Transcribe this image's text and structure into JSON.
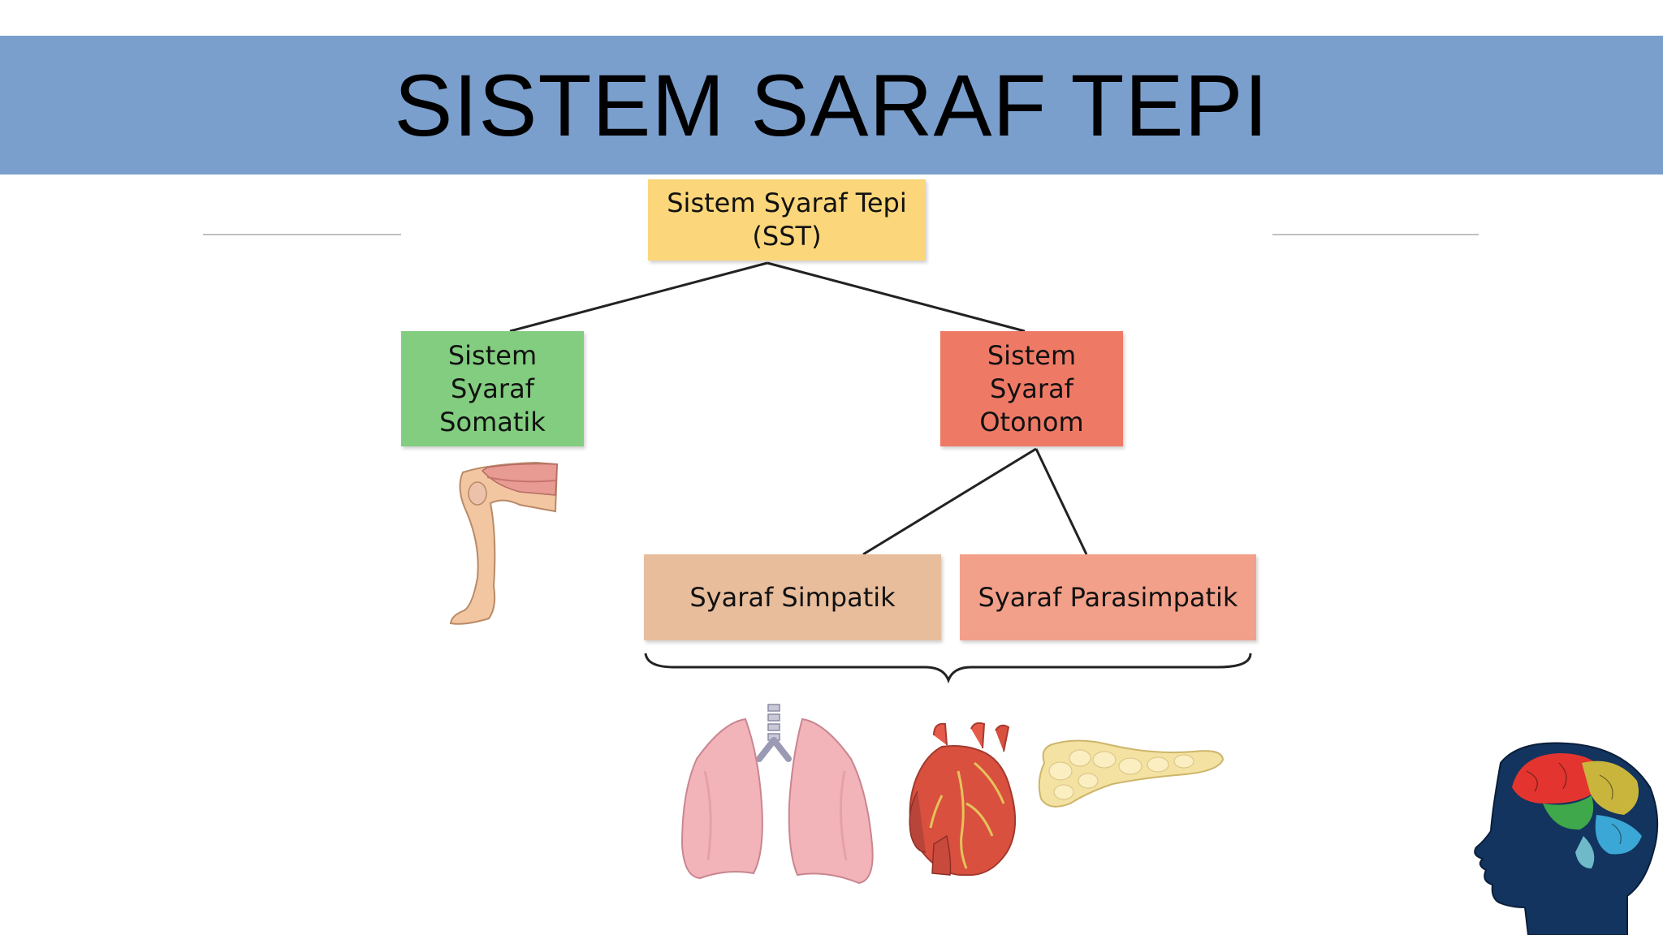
{
  "slide": {
    "title": "SISTEM SARAF TEPI"
  },
  "diagram": {
    "root": {
      "label": "Sistem Syaraf Tepi\n(SST)",
      "color": "#fbd67a"
    },
    "somatic": {
      "label": "Sistem\nSyaraf\nSomatik",
      "color": "#82cd7f"
    },
    "autonomic": {
      "label": "Sistem\nSyaraf\nOtonom",
      "color": "#ee7a66"
    },
    "sympathetic": {
      "label": "Syaraf Simpatik",
      "color": "#e8bd9c"
    },
    "parasympathetic": {
      "label": "Syaraf Parasimpatik",
      "color": "#f3a08a"
    }
  },
  "icons": [
    "leg-icon",
    "lungs-icon",
    "heart-icon",
    "pancreas-icon",
    "brain-head-icon"
  ],
  "colors": {
    "title_band": "#7a9fcd",
    "line": "#222222"
  }
}
